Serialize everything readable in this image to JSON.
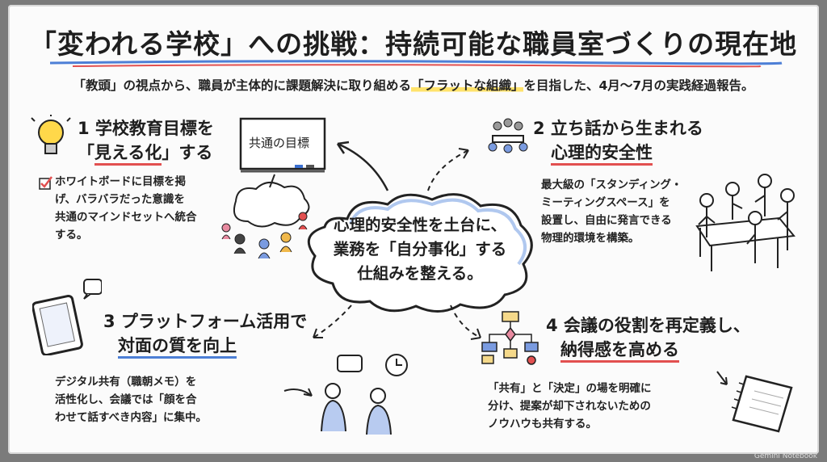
{
  "title": "「変われる学校」への挑戦：持続可能な職員室づくりの現在地",
  "subtitle": {
    "before": "「教頭」の視点から、職員が主体的に課題解決に取り組める",
    "highlight": "「フラットな組織」",
    "after": "を目指した、4月〜7月の実践経過報告。"
  },
  "center": {
    "lines": [
      "心理的安全性を土台に、",
      "業務を「自分事化」する",
      "仕組みを整える。"
    ]
  },
  "sections": [
    {
      "title_line1": "1 学校教育目標を",
      "title_line2_pre": "「",
      "title_line2_em": "見える化",
      "title_line2_post": "」する",
      "body": [
        "ホワイトボードに目標を掲",
        "げ、バラバラだった意識を",
        "共通のマインドセットへ統合",
        "する。"
      ],
      "whiteboard_label": "共通の目標"
    },
    {
      "title_line1": "2 立ち話から生まれる",
      "title_line2": "心理的安全性",
      "body": [
        "最大級の「スタンディング・",
        "ミーティングスペース」を",
        "設置し、自由に発言できる",
        "物理的環境を構築。"
      ]
    },
    {
      "title_line1": "3 プラットフォーム活用で",
      "title_line2": "対面の質を向上",
      "body": [
        "デジタル共有（職朝メモ）を",
        "活性化し、会議では「顔を合",
        "わせて話すべき内容」に集中。"
      ]
    },
    {
      "title_line1": "4 会議の役割を再定義し、",
      "title_line2": "納得感を高める",
      "body": [
        "「共有」と「決定」の場を明確に",
        "分け、提案が却下されないための",
        "ノウハウも共有する。"
      ]
    }
  ],
  "footer": "Gemini Notebook",
  "colors": {
    "accent_red": "#e25050",
    "accent_blue": "#4d7fd6",
    "highlight_yellow": "#ffe36b",
    "ink": "#1e1e1e"
  }
}
